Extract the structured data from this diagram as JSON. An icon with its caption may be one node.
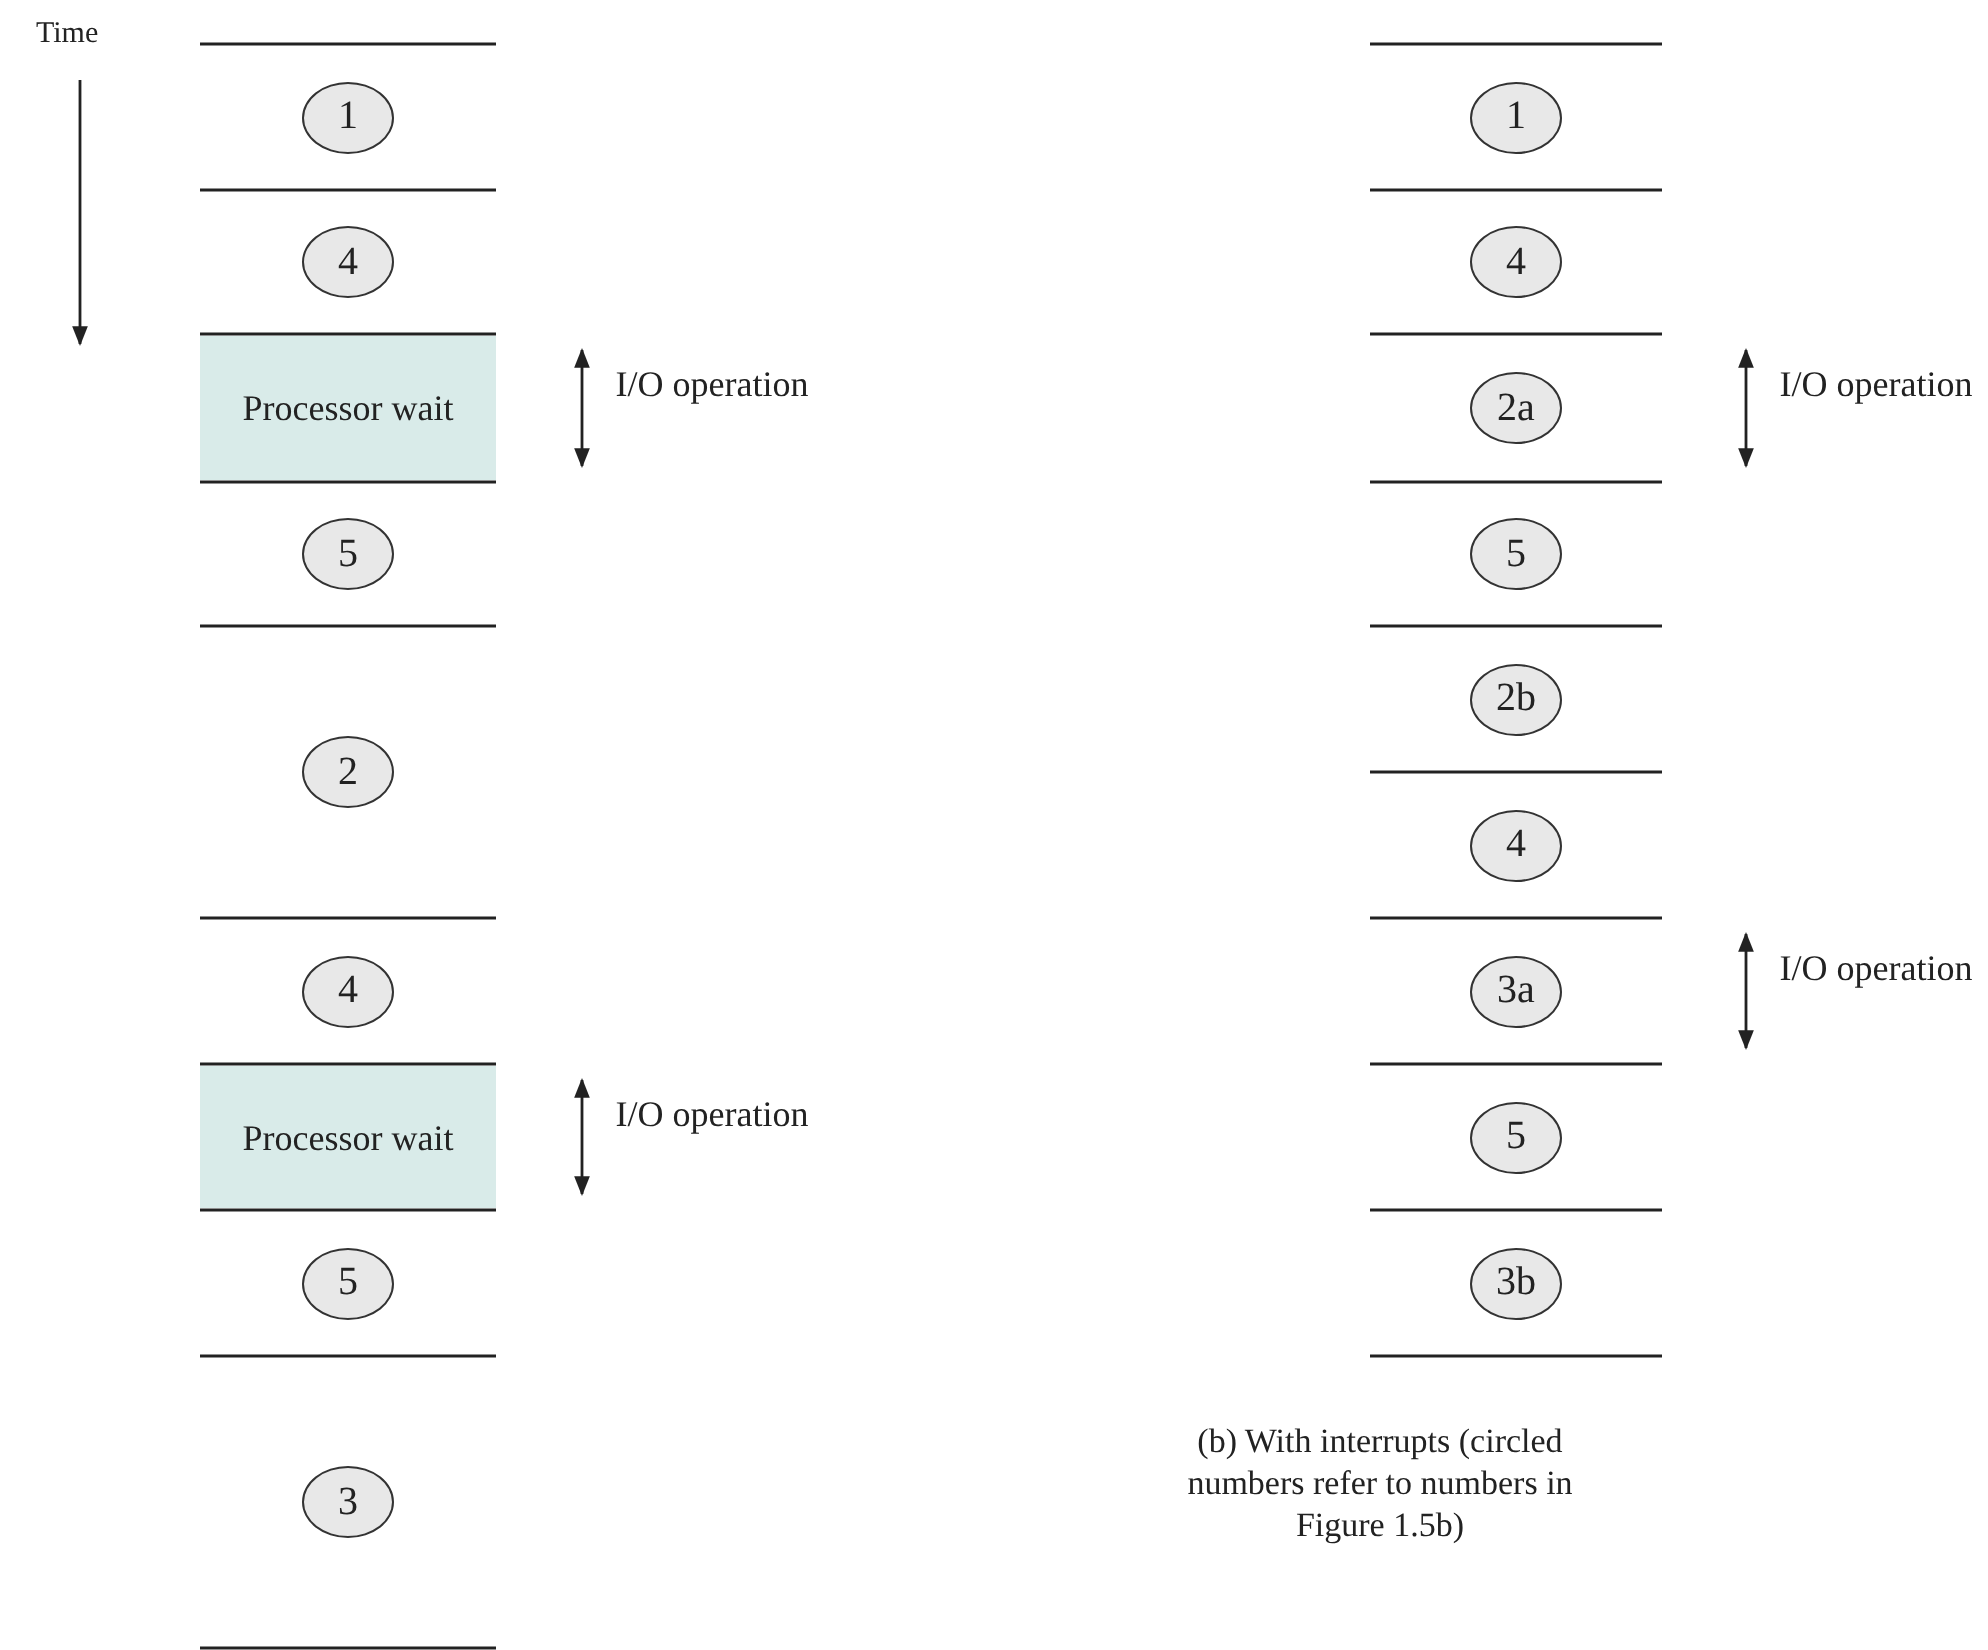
{
  "diagram": {
    "caption": "(b) With interrupts (circled numbers refer to numbers in Figure 1.5b)",
    "nodes": [
      {
        "text": [
          "1"
        ]
      },
      {
        "text": [
          "4"
        ]
      },
      {
        "text": [
          "Processor wait"
        ]
      },
      {
        "text": [
          "5"
        ]
      },
      {
        "text": [
          "2"
        ]
      },
      {
        "text": [
          "4"
        ]
      },
      {
        "text": [
          "Processor wait"
        ]
      },
      {
        "text": [
          "5"
        ]
      },
      {
        "text": [
          "3"
        ]
      },
      {
        "text": [
          "1"
        ]
      },
      {
        "text": [
          "4"
        ]
      },
      {
        "text": [
          "2a"
        ]
      },
      {
        "text": [
          "5"
        ]
      },
      {
        "text": [
          "2b"
        ]
      },
      {
        "text": [
          "4"
        ]
      },
      {
        "text": [
          "3a"
        ]
      },
      {
        "text": [
          "5"
        ]
      },
      {
        "text": [
          "3b"
        ]
      }
    ],
    "edges": [],
    "labels": [
      "Time",
      "I/O operation",
      "I/O operation",
      "I/O operation",
      "I/O operation"
    ]
  }
}
